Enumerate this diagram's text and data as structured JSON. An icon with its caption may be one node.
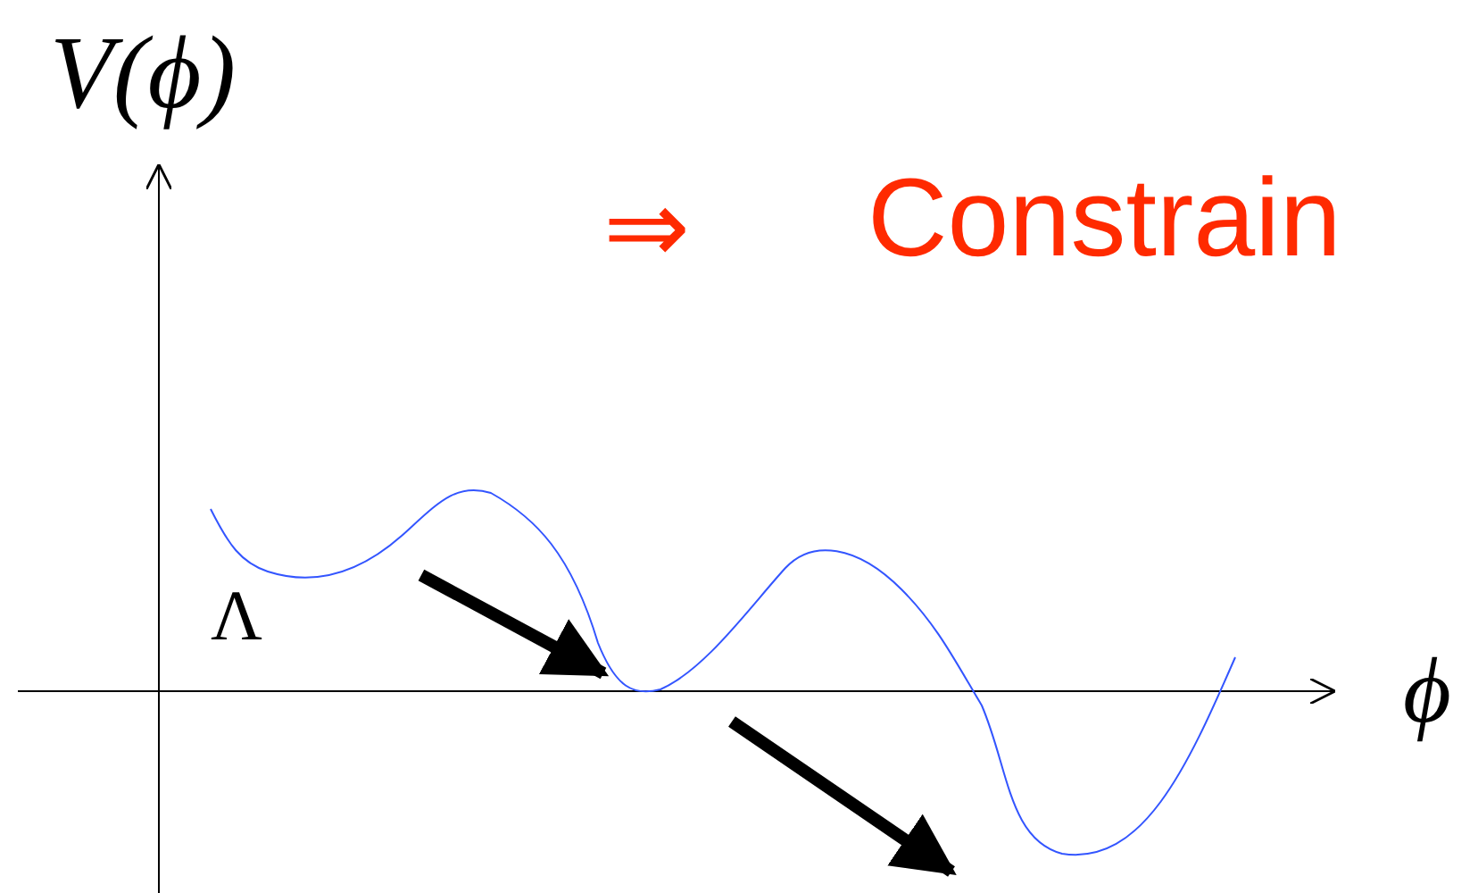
{
  "diagram": {
    "labels": [
      "V(ϕ)",
      "⇒",
      "Constrain",
      "Λ",
      "ϕ"
    ]
  }
}
